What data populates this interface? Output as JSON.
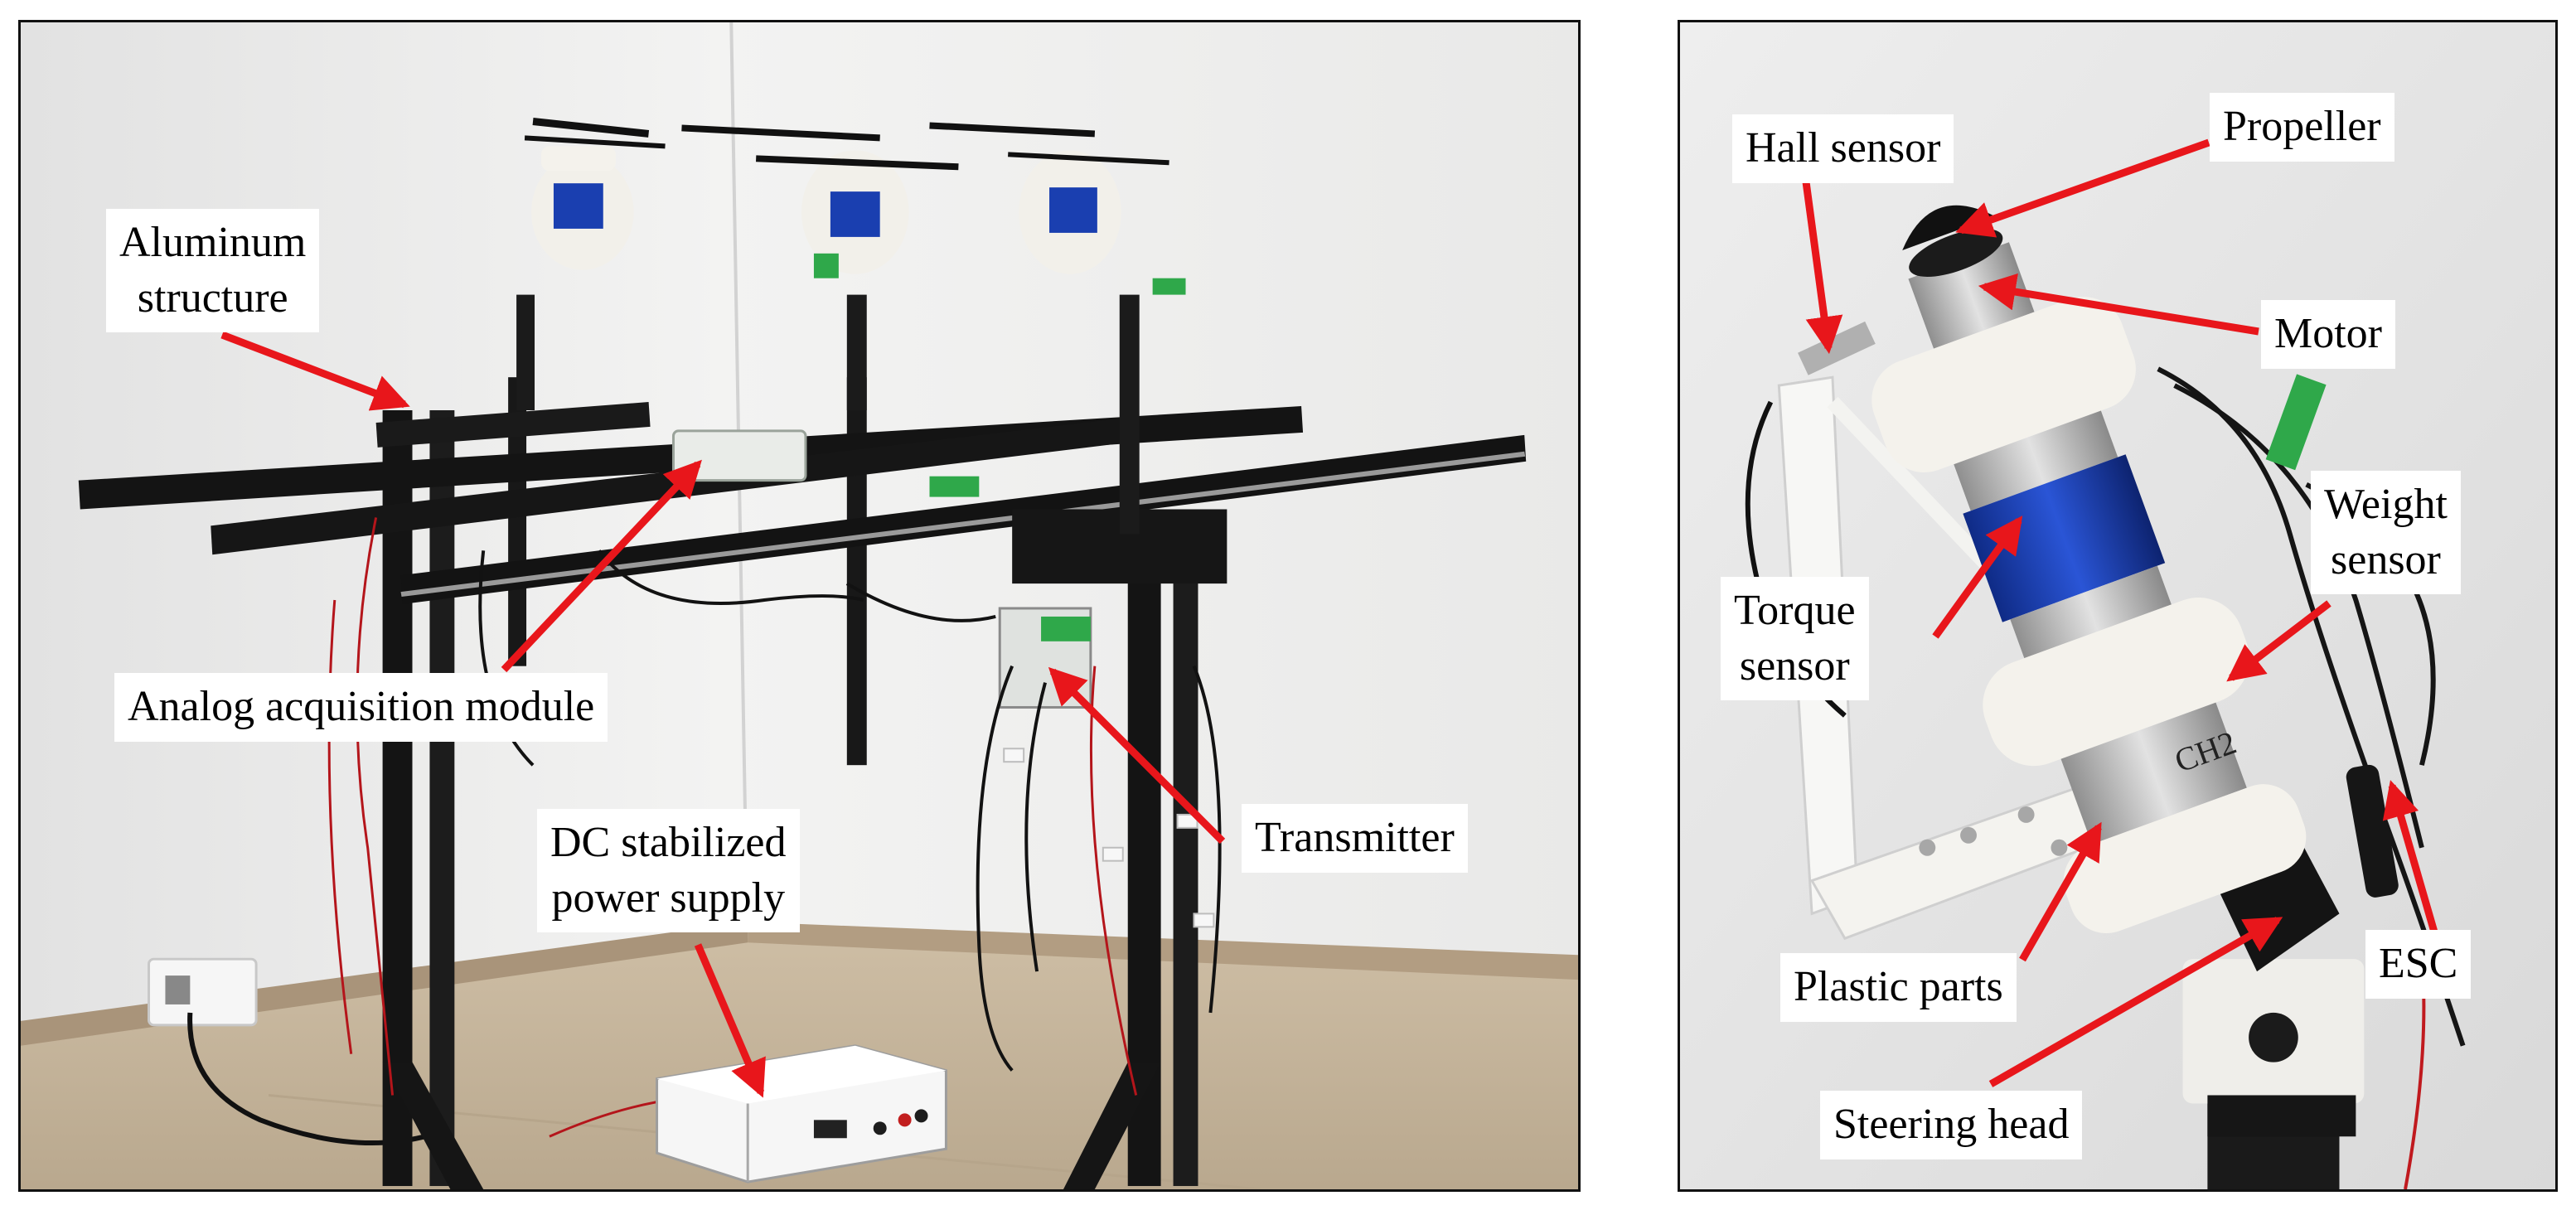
{
  "annotations_left": {
    "aluminum_structure": [
      "Aluminum",
      "structure"
    ],
    "analog_acquisition_module": "Analog acquisition module",
    "dc_power_supply": [
      "DC stabilized",
      "power supply"
    ],
    "transmitter": "Transmitter"
  },
  "annotations_right": {
    "hall_sensor": "Hall sensor",
    "propeller": "Propeller",
    "motor": "Motor",
    "weight_sensor": [
      "Weight",
      "sensor"
    ],
    "torque_sensor": [
      "Torque",
      "sensor"
    ],
    "plastic_parts": "Plastic parts",
    "esc": "ESC",
    "steering_head": "Steering head"
  },
  "photo_text": {
    "channel_marking": "CH2"
  },
  "colors": {
    "arrow": "#e8161b",
    "wall": "#ebebeb",
    "floor": "#cbbba3",
    "frame": "#151515",
    "motor_blue": "#1a3fb0",
    "plastic": "#f4f2ec"
  }
}
